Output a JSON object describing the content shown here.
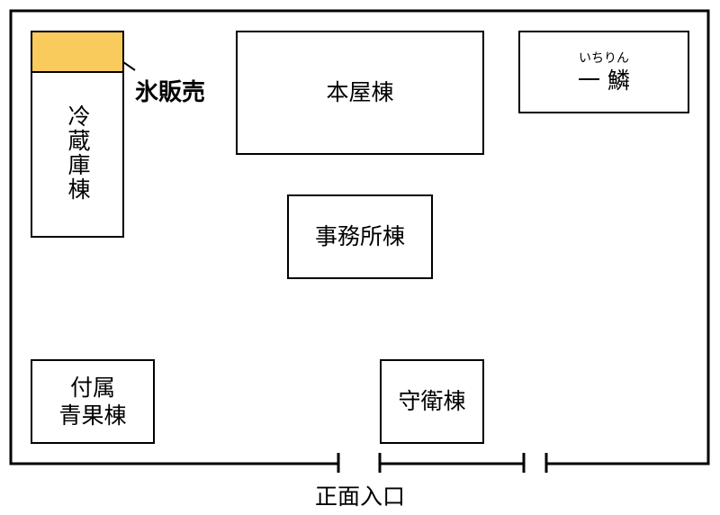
{
  "buildings": {
    "reizoko": {
      "label": "冷蔵庫棟"
    },
    "honya": {
      "label": "本屋棟"
    },
    "ichirin": {
      "ruby": "いちりん",
      "label": "一 鱗"
    },
    "jimusho": {
      "label": "事務所棟"
    },
    "seika": {
      "line1": "付属",
      "line2": "青果棟"
    },
    "shuei": {
      "label": "守衛棟"
    }
  },
  "ice_sales": {
    "label": "氷販売",
    "color": "#F9CB5C"
  },
  "entrance": {
    "label": "正面入口"
  },
  "colors": {
    "line": "#000000",
    "background": "#FFFFFF"
  }
}
